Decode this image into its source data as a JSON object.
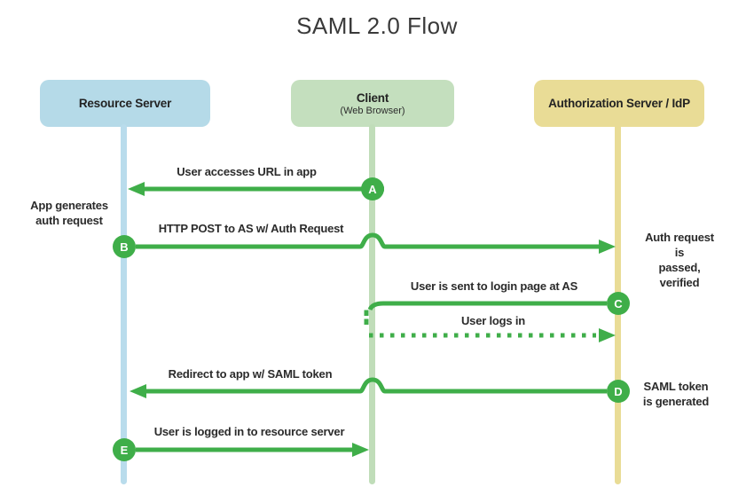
{
  "title": "SAML 2.0 Flow",
  "colors": {
    "arrow_green": "#3fae49",
    "resource_blue": "#b5dae8",
    "client_green": "#c4dfbe",
    "idp_yellow": "#e9dc96",
    "text_dark": "#2b2b2b"
  },
  "actors": [
    {
      "label": "Resource Server"
    },
    {
      "label": "Client",
      "sublabel": "(Web Browser)"
    },
    {
      "label": "Authorization Server / IdP"
    }
  ],
  "steps": [
    {
      "letter": "A",
      "label": "User accesses URL in app"
    },
    {
      "letter": "B",
      "label": "HTTP POST to AS w/ Auth Request"
    },
    {
      "letter": "C",
      "label": "User is sent to login page at AS"
    },
    {
      "letter": "D",
      "label": "Redirect to app w/ SAML token"
    },
    {
      "letter": "E",
      "label": "User is logged in to resource server"
    }
  ],
  "extra_flow_label": "User logs in",
  "notes": {
    "left_b": "App generates\nauth request",
    "right_b": "Auth request is\npassed, verified",
    "right_d": "SAML token\nis generated"
  }
}
